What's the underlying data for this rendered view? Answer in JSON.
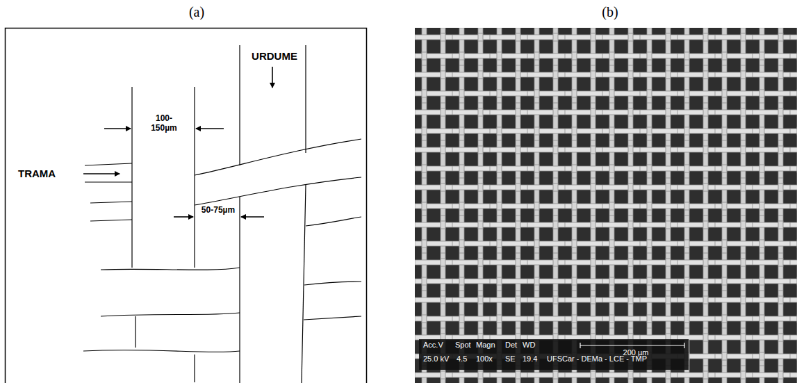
{
  "diagram": {
    "labels": [
      "(a)",
      "(b)",
      "URDUME",
      "TRAMA",
      "100-150µm",
      "50-75µm",
      "Acc.V",
      "Spot",
      "Magn",
      "Det",
      "WD",
      "25.0 kV",
      "4.5",
      "100x",
      "SE",
      "19.4",
      "UFSCar - DEMa - LCE - TMP",
      "200 µm"
    ]
  }
}
